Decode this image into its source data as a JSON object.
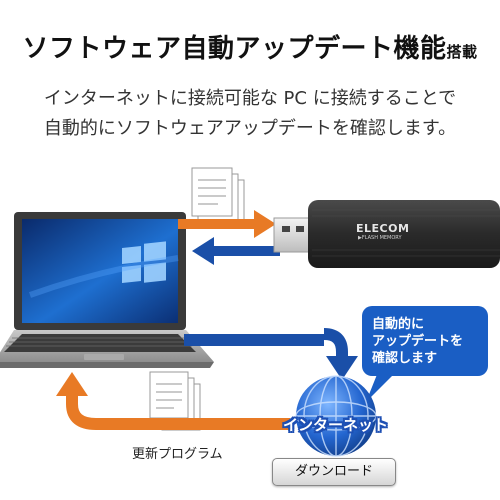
{
  "header": {
    "title": "ソフトウェア自動アップデート機能",
    "title_suffix": "搭載"
  },
  "description": {
    "line1": "インターネットに接続可能な PC に接続することで",
    "line2": "自動的にソフトウェアアップデートを確認します。"
  },
  "usb": {
    "brand": "ELECOM",
    "sub": "▶FLASH MEMORY"
  },
  "bubble": {
    "line1": "自動的に",
    "line2": "アップデートを",
    "line3": "確認します"
  },
  "internet": {
    "label": "インターネット"
  },
  "update_program": {
    "label": "更新プログラム"
  },
  "download": {
    "label": "ダウンロード"
  },
  "colors": {
    "orange_arrow": "#e87a25",
    "blue_arrow": "#1a4fa8",
    "bubble": "#1a5ec4",
    "usb_body": "#2b2b2b"
  }
}
